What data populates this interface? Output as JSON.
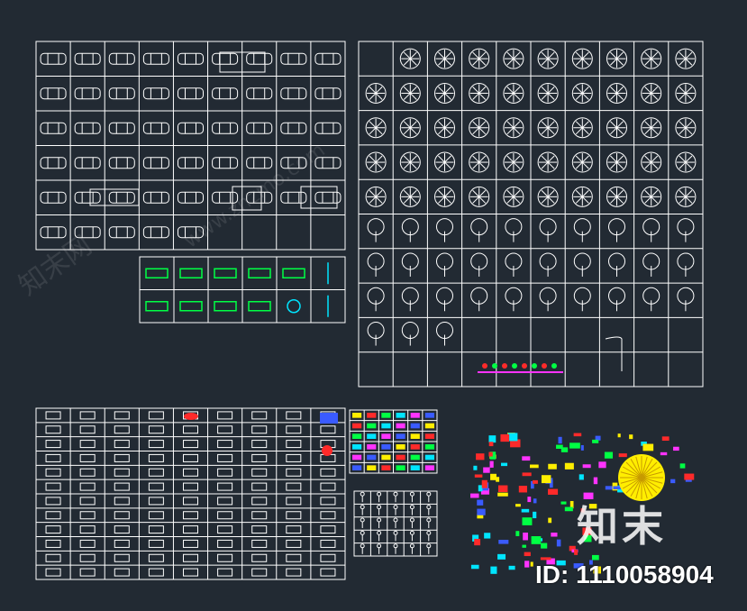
{
  "watermark": {
    "brand_cn": "知末网",
    "url": "www.znzmo.com",
    "logo": "知末",
    "image_id": "ID: 1110058904"
  },
  "colors": {
    "background": "#222a33",
    "line": "#ffffff",
    "green": "#00ff44",
    "cyan": "#00e5ff",
    "yellow": "#ffee00",
    "red": "#ff2a2a",
    "magenta": "#ff33ff",
    "blue": "#3a5bff"
  },
  "panels": [
    {
      "name": "vehicles-panel",
      "cols": 9,
      "rows": 6,
      "content": "vehicle-icons"
    },
    {
      "name": "road-signs-panel",
      "cols": 6,
      "rows": 2,
      "content": "green-sign-icons"
    },
    {
      "name": "trees-panel",
      "cols": 10,
      "rows": 10,
      "content": "tree-plant-icons"
    },
    {
      "name": "furniture-panel",
      "cols": 9,
      "rows": 12,
      "content": "furniture-icons"
    },
    {
      "name": "colored-symbols-panel",
      "cols": 6,
      "rows": 6,
      "content": "colored-icons"
    },
    {
      "name": "people-panel",
      "cols": 5,
      "rows": 5,
      "content": "people-icons"
    },
    {
      "name": "scattered-plants-panel",
      "cols": 0,
      "rows": 0,
      "content": "scattered-color-icons"
    }
  ]
}
